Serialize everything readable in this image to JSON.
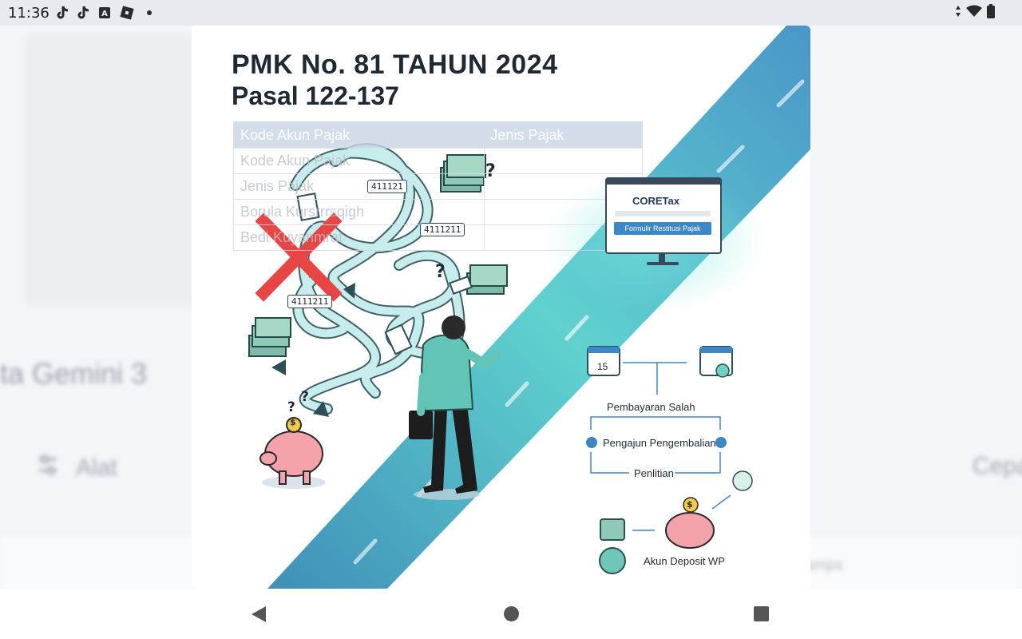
{
  "status_bar": {
    "time": "11:36",
    "notification_icons": [
      "tiktok-icon",
      "tiktok-icon",
      "translate-icon",
      "roblox-icon",
      "dot-icon"
    ],
    "right_icons": [
      "data-arrows-icon",
      "wifi-icon",
      "battery-icon"
    ]
  },
  "background_app": {
    "gemini_text": "ta Gemini 3",
    "tools_label": "Alat",
    "fast_label": "Cepa",
    "hint_text": "ampa"
  },
  "infographic": {
    "title_line1": "PMK No. 81 TAHUN 2024",
    "title_line2": "Pasal 122-137",
    "table": {
      "headers": [
        "Kode Akun Pajak",
        "Jenis Pajak"
      ],
      "rows": [
        "Kode Akun Pajak",
        "Jenis Pajak",
        "Borula Kursrrrsqigh",
        "Bedi Kuyanmrat"
      ]
    },
    "maze_tags": [
      "411121",
      "4111211",
      "4111211"
    ],
    "question_mark": "?",
    "coin_symbol": "$",
    "coretax": {
      "logo": "CORETax",
      "button": "Formulir Restitusi Pajak"
    },
    "flow": {
      "calendar_date": "15",
      "step1": "Pembayaran Salah",
      "step2": "Pengajun Pengembalian",
      "step3": "Penlitian",
      "deposit": "Akun Deposit WP"
    },
    "colors": {
      "road": "#4aa7c4",
      "road_glow": "#6fe0d6",
      "maze": "#b9e3e6",
      "cross": "#e84545",
      "piggy": "#f5a3aa",
      "panel": "#eaf3f6",
      "button": "#3f86c4"
    }
  },
  "nav_bar": {
    "back": "back-icon",
    "home": "home-icon",
    "recents": "recents-icon"
  }
}
